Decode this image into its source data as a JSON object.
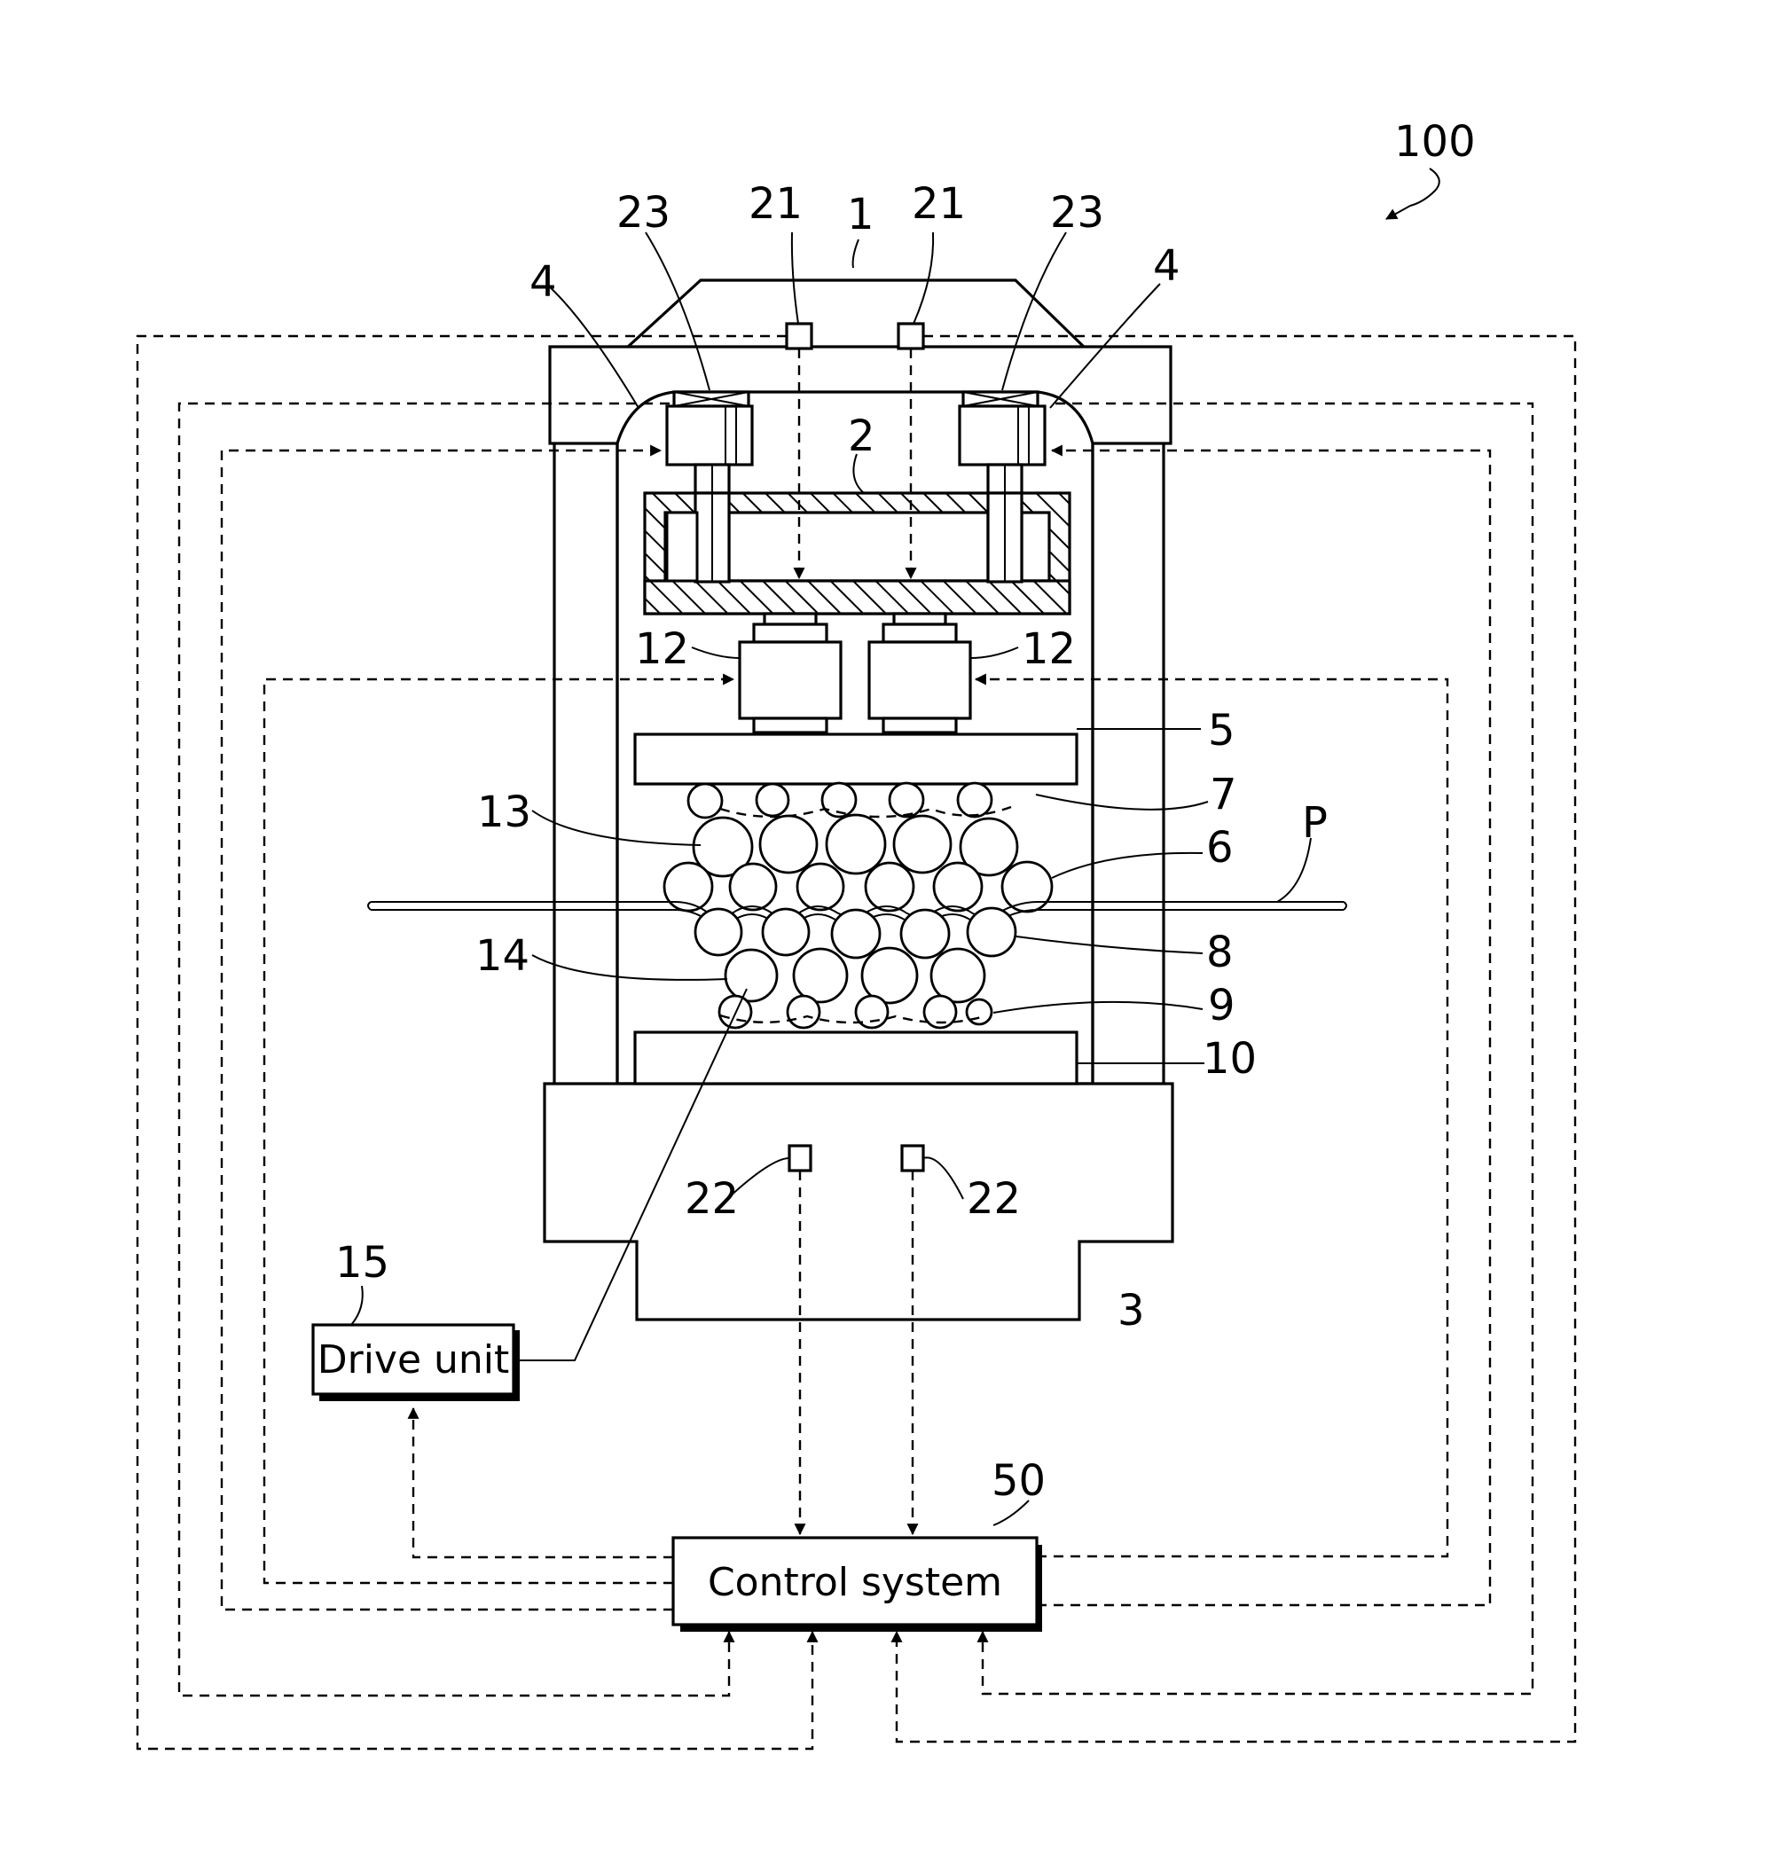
{
  "figure_id": "100",
  "labels": {
    "frame_top": "1",
    "upper_sensor": "21",
    "cylinder_valve": "23",
    "cylinder": "4",
    "crosshead": "2",
    "load_cell": "12",
    "upper_platen": "5",
    "upper_small_balls": "7",
    "upper_large_balls": "6",
    "upper_middle_balls": "13",
    "lower_balls": "8",
    "lower_small_balls": "9",
    "lower_middle_balls": "14",
    "lower_platen": "10",
    "lower_sensor": "22",
    "base": "3",
    "workpiece": "P",
    "drive_unit_ref": "15",
    "control_system_ref": "50"
  },
  "boxes": {
    "drive_unit": "Drive unit",
    "control_system": "Control system"
  }
}
